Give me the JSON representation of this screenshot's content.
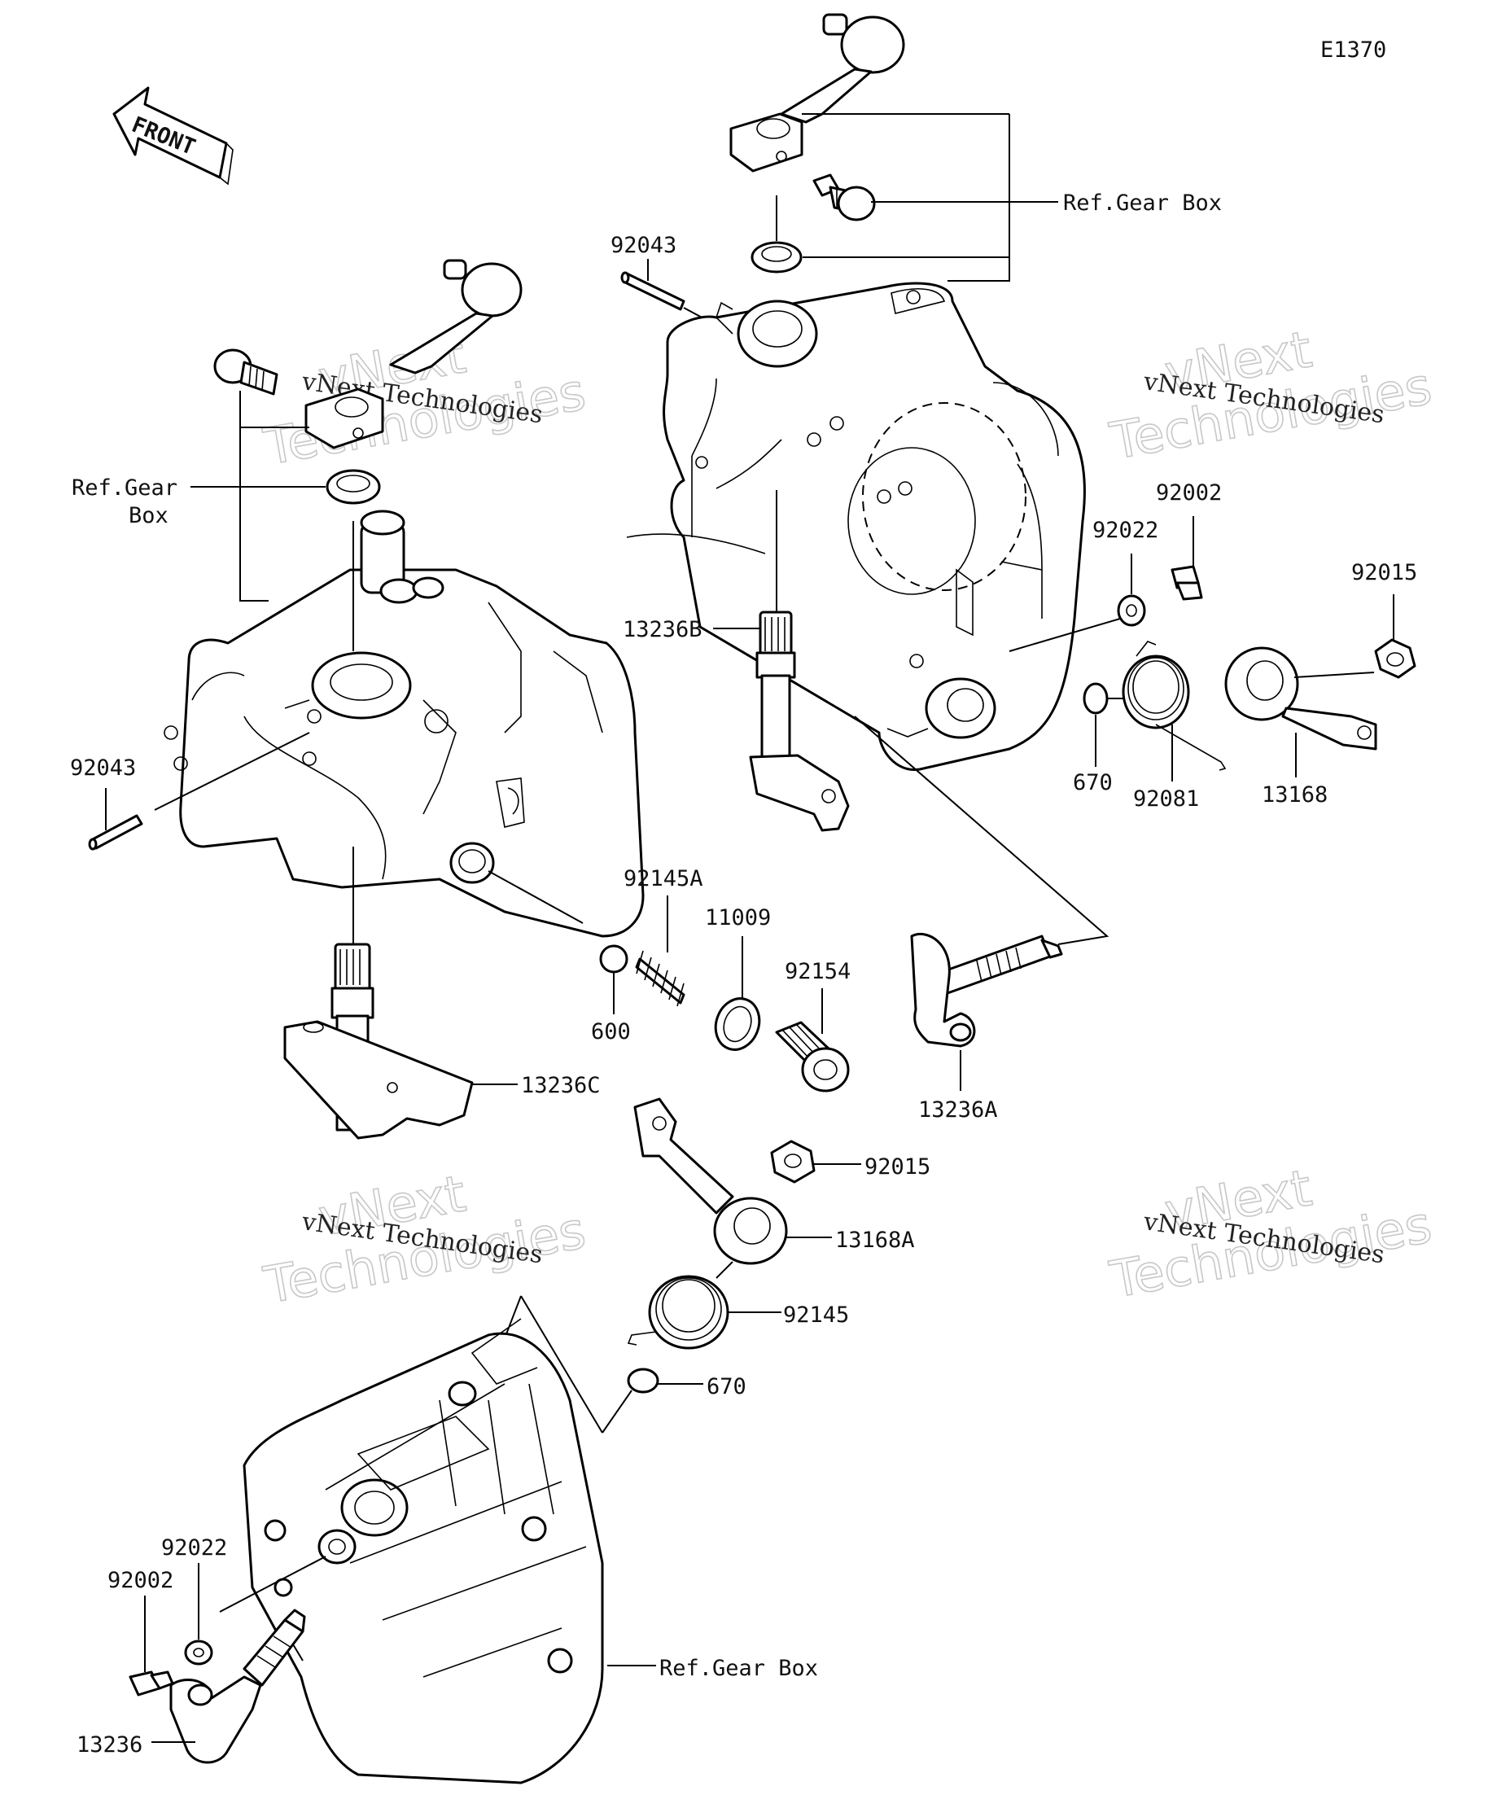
{
  "diagram_code": "E1370",
  "front_arrow": {
    "label": "FRONT"
  },
  "watermark": {
    "line1": "vNext Technologies",
    "line2": "vNext",
    "line3": "Technologies"
  },
  "labels": {
    "ref_gear_box_top": "Ref.Gear Box",
    "ref_gear_box_left_1": "Ref.Gear",
    "ref_gear_box_left_2": "Box",
    "ref_gear_box_bottom": "Ref.Gear Box",
    "p92043_top": "92043",
    "p92043_left": "92043",
    "p92002_right": "92002",
    "p92022_right": "92022",
    "p92015_right": "92015",
    "p13236B": "13236B",
    "p670_right": "670",
    "p92081": "92081",
    "p13168": "13168",
    "p92145A": "92145A",
    "p11009": "11009",
    "p92154": "92154",
    "p600": "600",
    "p13236C": "13236C",
    "p13236A": "13236A",
    "p92015_mid": "92015",
    "p13168A": "13168A",
    "p92145": "92145",
    "p670_mid": "670",
    "p92022_left": "92022",
    "p92002_left": "92002",
    "p13236": "13236"
  }
}
